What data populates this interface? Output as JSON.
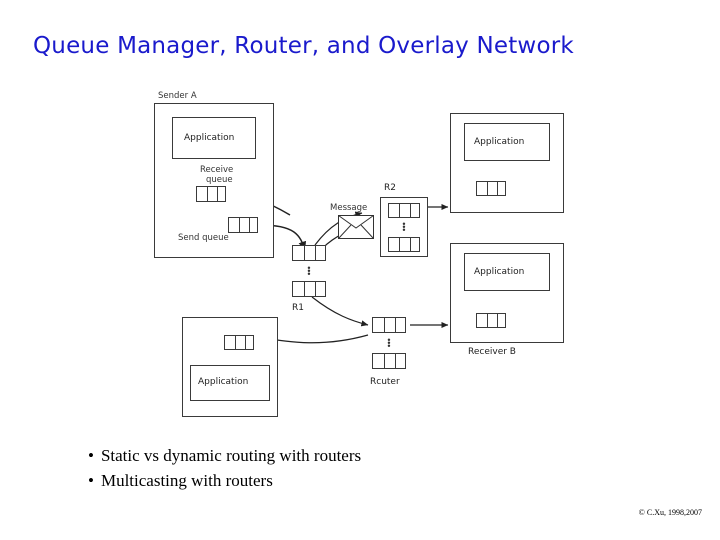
{
  "slide": {
    "title": "Queue Manager, Router, and Overlay Network",
    "title_color": "#1a1acc",
    "copyright": "© C.Xu, 1998,2007"
  },
  "bullets": [
    {
      "marker": "•",
      "text": "Static vs dynamic routing with routers"
    },
    {
      "marker": "•",
      "text": "Multicasting with routers"
    }
  ],
  "diagram": {
    "labels": {
      "sender_a": "Sender A",
      "application_a": "Application",
      "receive_queue": "Receive\nqueue",
      "receive_queue_l1": "Receive",
      "receive_queue_l2": "queue",
      "send_queue": "Send queue",
      "message": "Message",
      "r1": "R1",
      "r2": "R2",
      "router": "Rcuter",
      "application_r2": "Application",
      "application_recv_b": "Application",
      "receiver_b": "Receiver B",
      "application_bottom": "Application"
    },
    "icons": {
      "message": "envelope-icon",
      "queue": "queue-rack-icon",
      "dots": "vertical-dots-icon"
    }
  }
}
